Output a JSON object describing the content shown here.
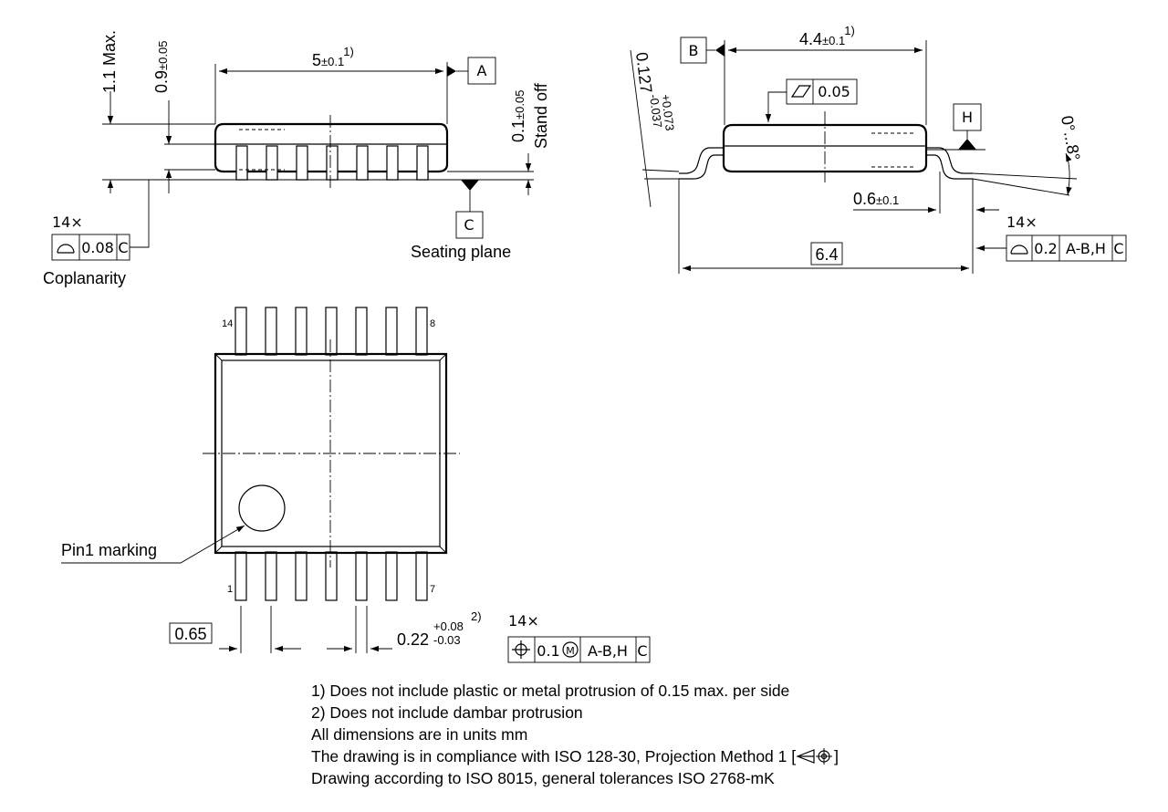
{
  "side_view": {
    "max_height": "1.1 Max.",
    "body_height_value": "0.9",
    "body_height_tol": "±0.05",
    "length_value": "5",
    "length_tol": "±0.1",
    "length_note": "1)",
    "datum_a": "A",
    "standoff_value": "0.1",
    "standoff_tol": "±0.05",
    "standoff_label": "Stand off",
    "datum_c": "C",
    "seating_plane": "Seating plane",
    "coplanarity_count": "14×",
    "coplanarity_value": "0.08",
    "coplanarity_ref": "C",
    "coplanarity_label": "Coplanarity"
  },
  "end_view": {
    "datum_b": "B",
    "width_value": "4.4",
    "width_tol": "±0.1",
    "width_note": "1)",
    "flatness_value": "0.05",
    "lead_thk_value": "0.127",
    "lead_thk_tol_plus": "+0.073",
    "lead_thk_tol_minus": "-0.037",
    "datum_h": "H",
    "angle": "0°...8°",
    "foot_value": "0.6",
    "foot_tol": "±0.1",
    "span": "6.4",
    "profile_count": "14×",
    "profile_value": "0.2",
    "profile_ref1": "A-B,H",
    "profile_ref2": "C"
  },
  "top_view": {
    "pin_14": "14",
    "pin_8": "8",
    "pin_1": "1",
    "pin_7": "7",
    "pin1_marking": "Pin1 marking",
    "pitch": "0.65",
    "lead_w_value": "0.22",
    "lead_w_tol_plus": "+0.08",
    "lead_w_tol_minus": "-0.03",
    "lead_w_note": "2)",
    "position_count": "14×",
    "position_value": "0.1",
    "position_modifier": "M",
    "position_ref1": "A-B,H",
    "position_ref2": "C"
  },
  "notes": {
    "n1": "1) Does not include plastic or metal protrusion of 0.15 max. per side",
    "n2": "2) Does not include dambar protrusion",
    "n3": "All dimensions are in units mm",
    "n4": "The drawing is in compliance with ISO 128-30, Projection Method 1 [",
    "n4_end": "]",
    "n5": "Drawing according to ISO 8015, general tolerances ISO 2768-mK"
  }
}
